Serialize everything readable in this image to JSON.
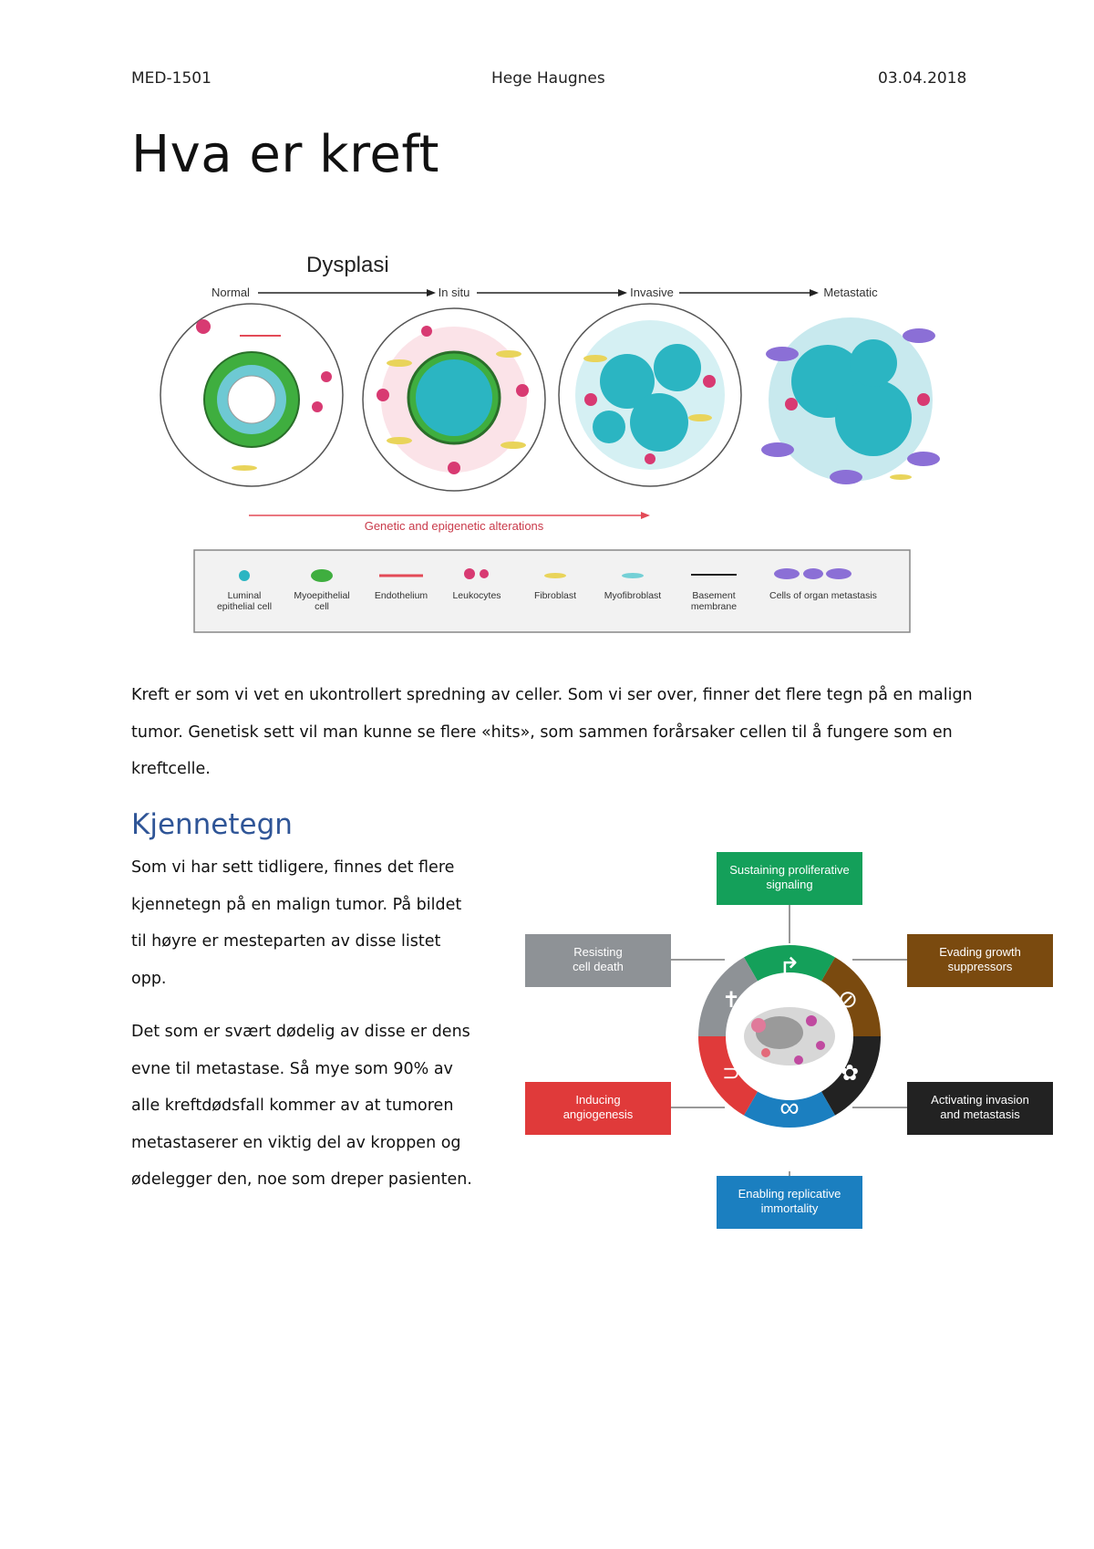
{
  "header": {
    "course": "MED-1501",
    "author": "Hege Haugnes",
    "date": "03.04.2018"
  },
  "title": "Hva er kreft",
  "figure1": {
    "title": "Dysplasi",
    "stages": [
      "Normal",
      "In situ",
      "Invasive",
      "Metastatic"
    ],
    "arrow_label": "Genetic and epigenetic alterations",
    "legend": [
      {
        "line1": "Luminal",
        "line2": "epithelial cell"
      },
      {
        "line1": "Myoepithelial",
        "line2": "cell"
      },
      {
        "line1": "Endothelium",
        "line2": ""
      },
      {
        "line1": "Leukocytes",
        "line2": ""
      },
      {
        "line1": "Fibroblast",
        "line2": ""
      },
      {
        "line1": "Myofibroblast",
        "line2": ""
      },
      {
        "line1": "Basement",
        "line2": "membrane"
      },
      {
        "line1": "Cells of organ metastasis",
        "line2": ""
      }
    ],
    "colors": {
      "luminal": "#2bb5c2",
      "myoepithelial": "#3fae3f",
      "endothelium": "#e34a57",
      "leukocyte": "#d83a72",
      "fibroblast": "#e9d45a",
      "myofibroblast": "#74d0d6",
      "metastasis": "#8b6fd6"
    }
  },
  "paragraph1": "Kreft er som vi vet en ukontrollert spredning av celler. Som vi ser over, finner det flere tegn på en malign tumor. Genetisk sett vil man kunne se flere «hits», som sammen forårsaker cellen til å fungere som en kreftcelle.",
  "section": {
    "heading": "Kjennetegn",
    "paragraph_a": "Som vi har sett tidligere, finnes det flere kjennetegn på en malign tumor. På bildet til høyre er mesteparten av disse listet opp.",
    "paragraph_b": "Det som er svært dødelig av disse er dens evne til metastase. Så mye som 90% av alle kreftdødsfall kommer av at tumoren metastaserer en viktig del av kroppen og ødelegger den, noe som dreper pasienten."
  },
  "figure2": {
    "hallmarks": [
      {
        "key": "top",
        "line1": "Sustaining proliferative",
        "line2": "signaling",
        "color": "#14a05a"
      },
      {
        "key": "upper_right",
        "line1": "Evading growth",
        "line2": "suppressors",
        "color": "#7a4a0f"
      },
      {
        "key": "lower_right",
        "line1": "Activating invasion",
        "line2": "and metastasis",
        "color": "#222222"
      },
      {
        "key": "bottom",
        "line1": "Enabling replicative",
        "line2": "immortality",
        "color": "#1b7fc0"
      },
      {
        "key": "lower_left",
        "line1": "Inducing",
        "line2": "angiogenesis",
        "color": "#e03a3a"
      },
      {
        "key": "upper_left",
        "line1": "Resisting",
        "line2": "cell death",
        "color": "#8e9296"
      }
    ]
  }
}
